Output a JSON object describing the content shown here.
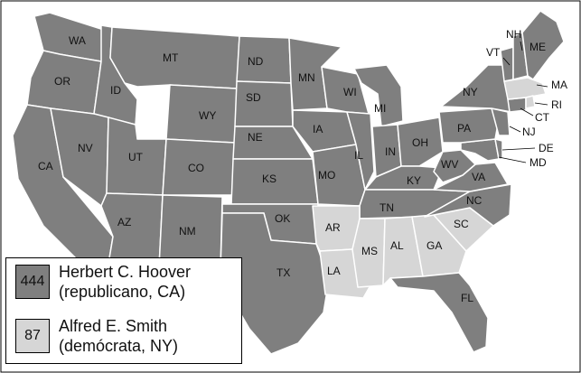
{
  "colors": {
    "republican": "#7f7f7f",
    "democrat": "#d6d6d6",
    "border": "#ffffff",
    "outline": "#000000"
  },
  "legend": {
    "entries": [
      {
        "votes": "444",
        "line1": "Herbert C. Hoover",
        "line2": "(republicano, CA)",
        "color_key": "republican"
      },
      {
        "votes": "87",
        "line1": "Alfred E. Smith",
        "line2": "(demócrata, NY)",
        "color_key": "democrat"
      }
    ]
  },
  "states": {
    "WA": "WA",
    "OR": "OR",
    "CA": "CA",
    "ID": "ID",
    "NV": "NV",
    "MT": "MT",
    "WY": "WY",
    "UT": "UT",
    "AZ": "AZ",
    "CO": "CO",
    "NM": "NM",
    "ND": "ND",
    "SD": "SD",
    "NE": "NE",
    "KS": "KS",
    "OK": "OK",
    "TX": "TX",
    "MN": "MN",
    "IA": "IA",
    "MO": "MO",
    "AR": "AR",
    "LA": "LA",
    "WI": "WI",
    "IL": "IL",
    "MI": "MI",
    "IN": "IN",
    "OH": "OH",
    "KY": "KY",
    "TN": "TN",
    "MS": "MS",
    "AL": "AL",
    "GA": "GA",
    "FL": "FL",
    "SC": "SC",
    "NC": "NC",
    "VA": "VA",
    "WV": "WV",
    "PA": "PA",
    "NY": "NY",
    "VT": "VT",
    "NH": "NH",
    "ME": "ME",
    "MA": "MA",
    "RI": "RI",
    "CT": "CT",
    "NJ": "NJ",
    "DE": "DE",
    "MD": "MD"
  }
}
